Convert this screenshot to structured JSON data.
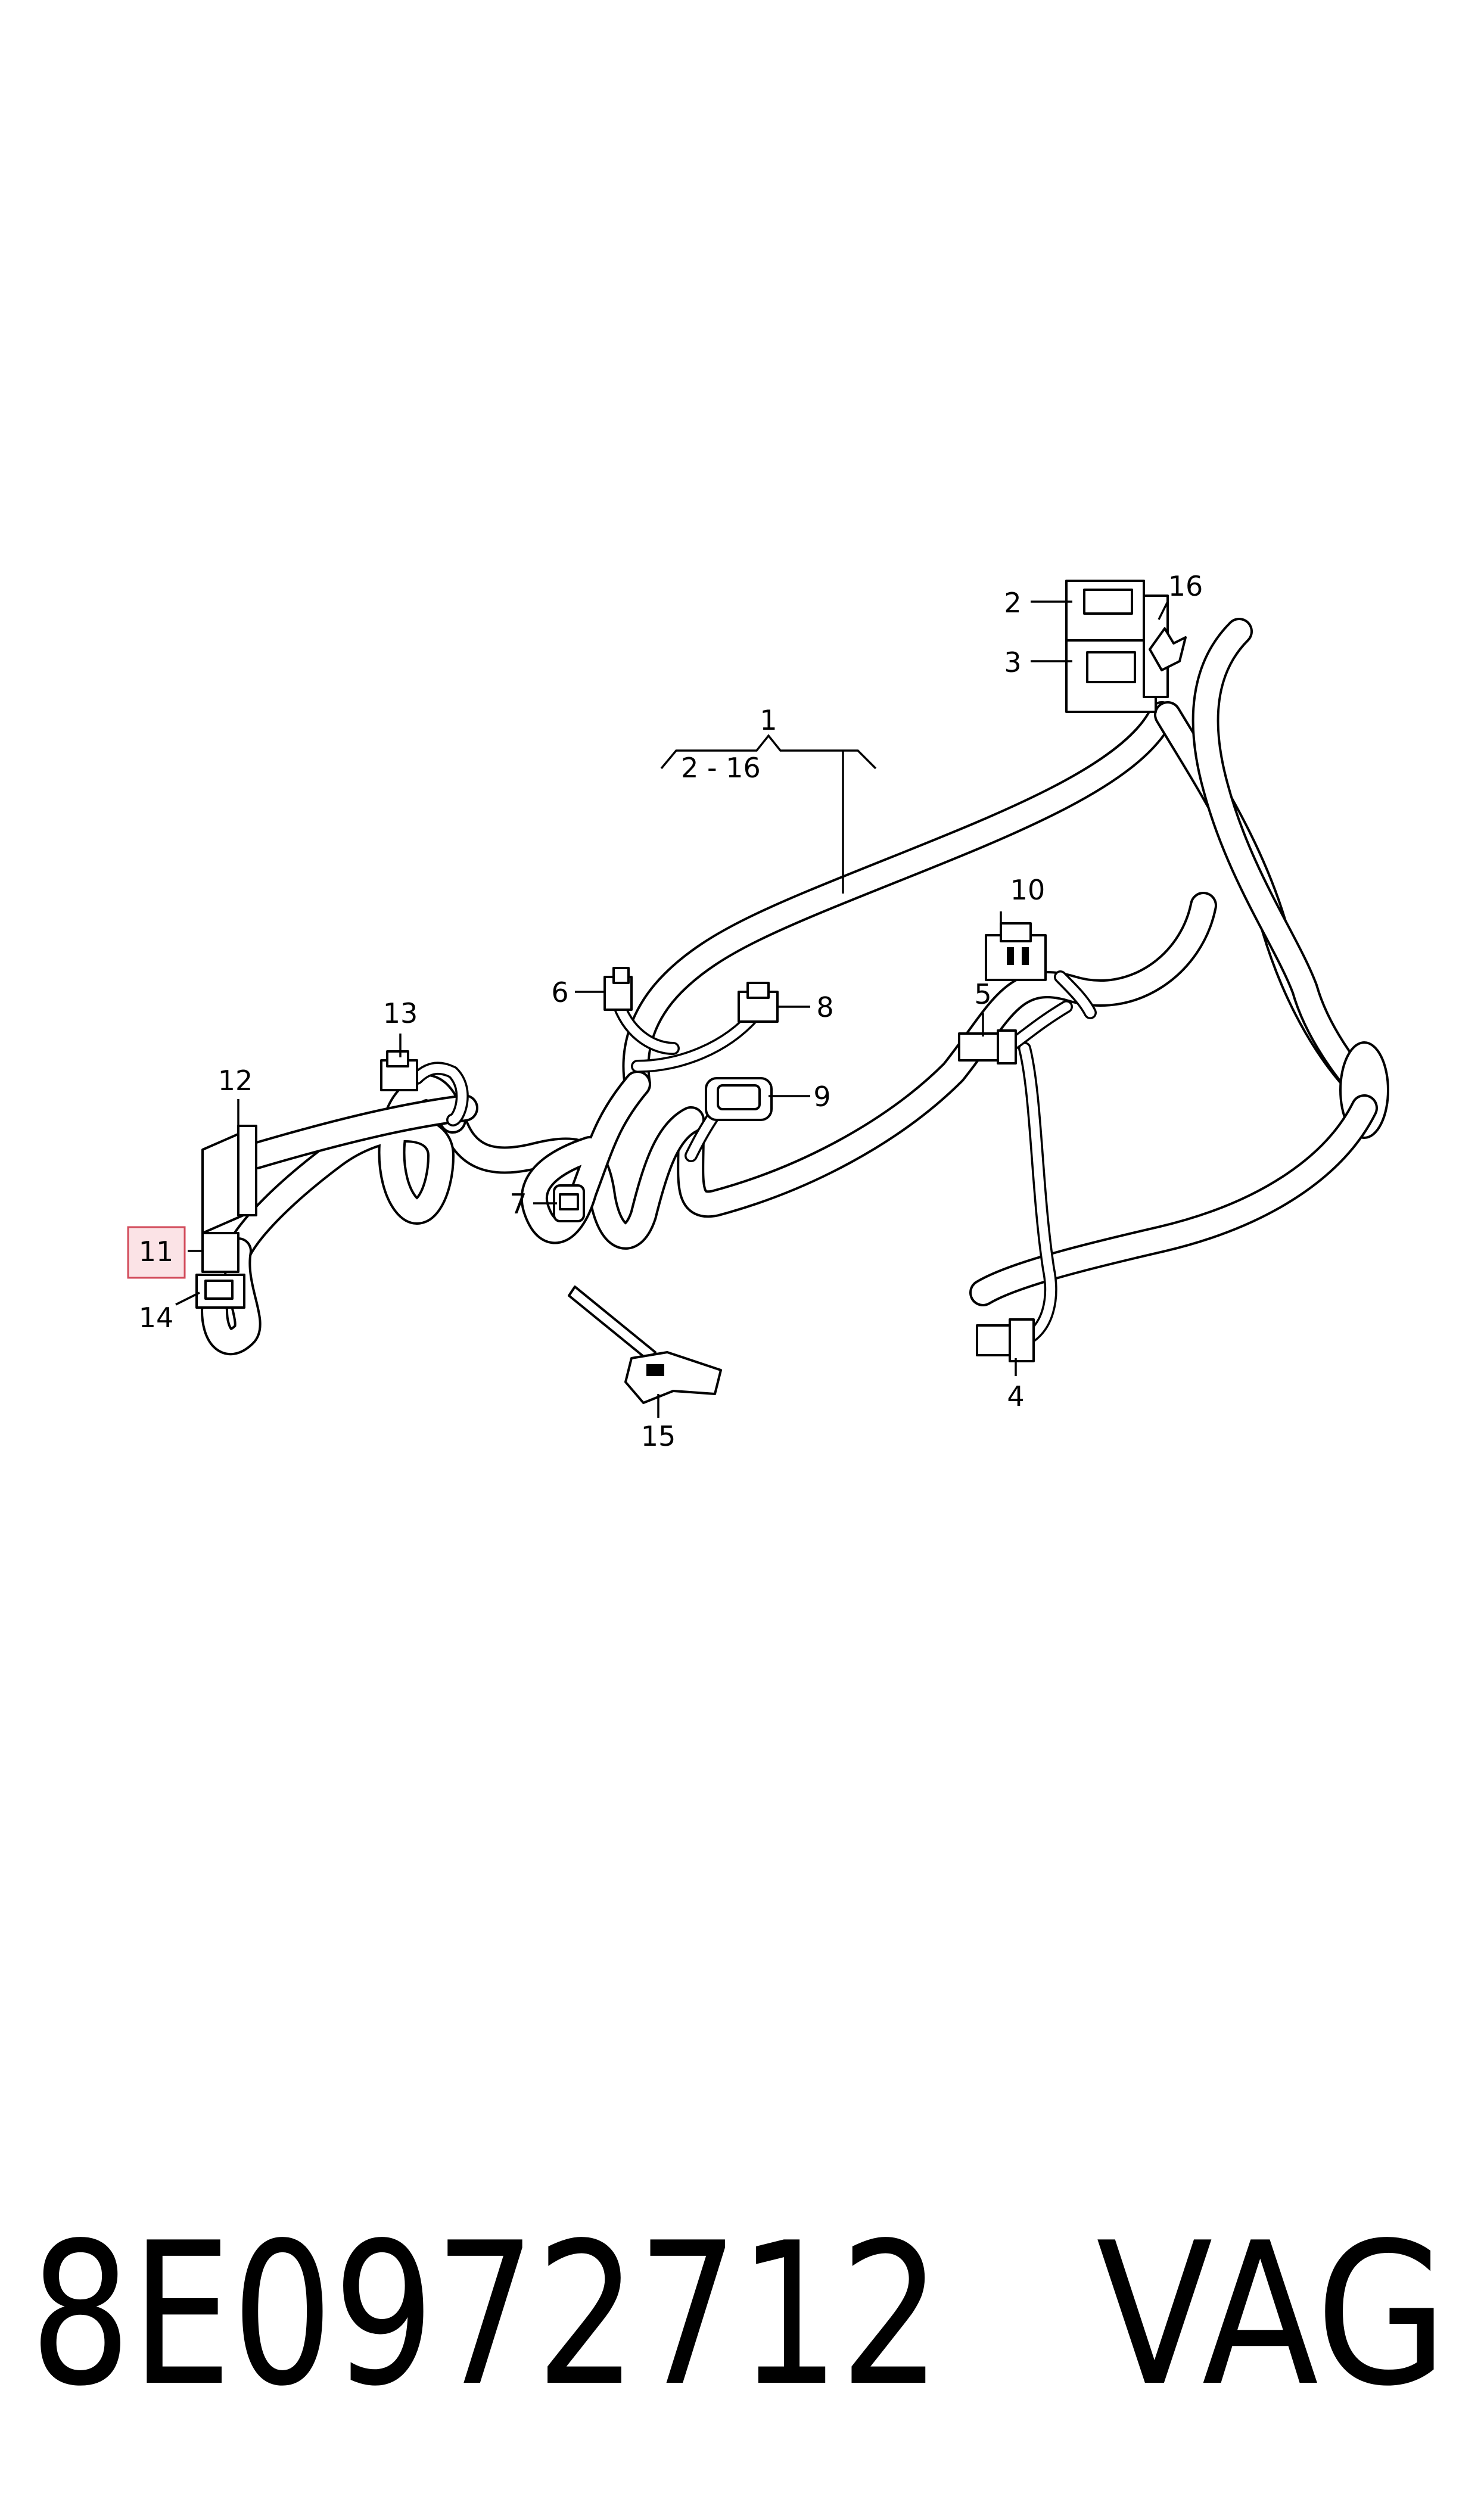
{
  "callouts": {
    "c1": "1",
    "c1_range": "2 - 16",
    "c2": "2",
    "c3": "3",
    "c4": "4",
    "c5": "5",
    "c6": "6",
    "c7": "7",
    "c8": "8",
    "c9": "9",
    "c10": "10",
    "c11": "11",
    "c12": "12",
    "c13": "13",
    "c14": "14",
    "c15": "15",
    "c16": "16"
  },
  "highlighted_callout": "11",
  "highlight_color": "#d24a5a",
  "part_number": "8E0972712",
  "brand": "VAG"
}
